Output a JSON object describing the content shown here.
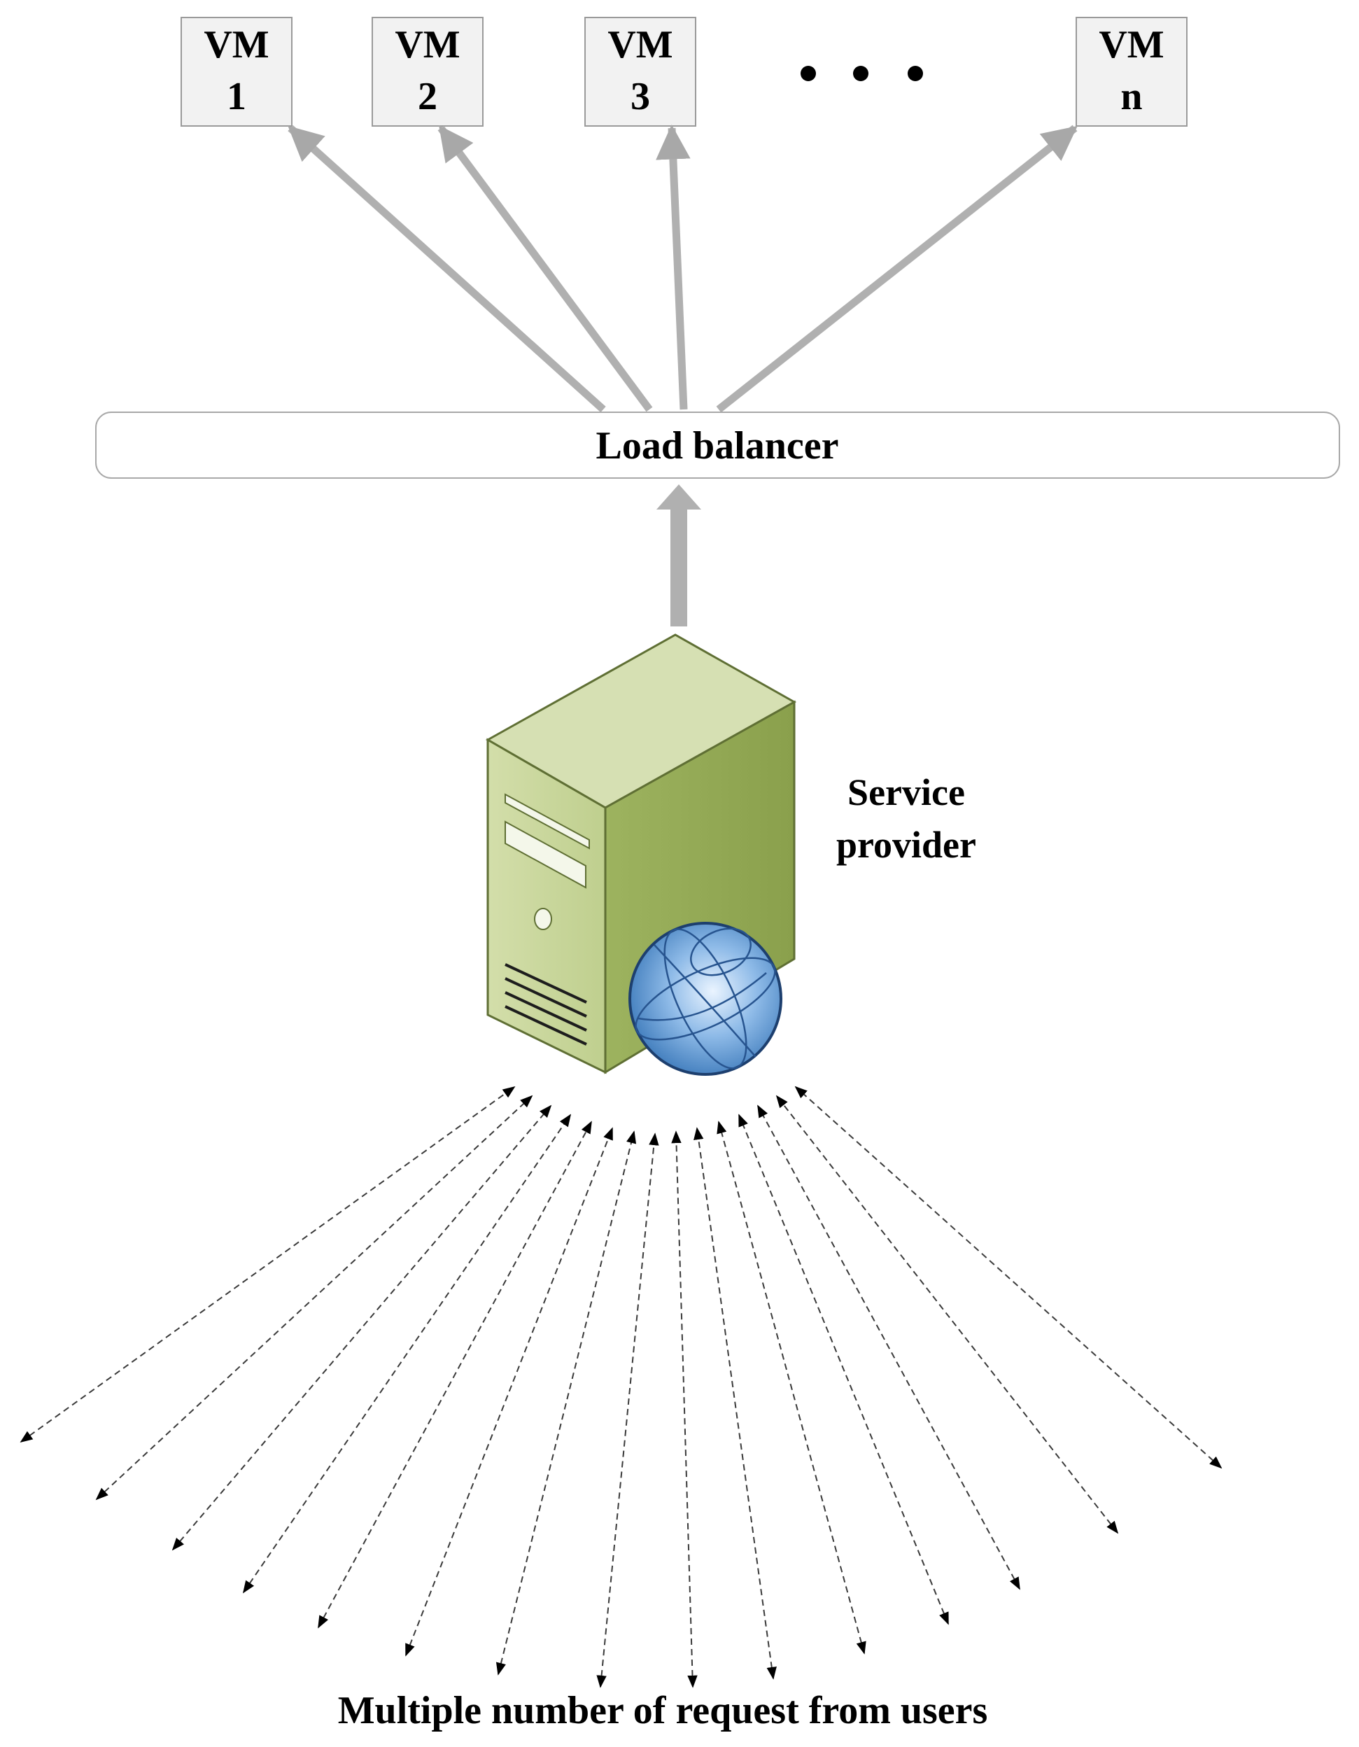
{
  "vms": [
    {
      "line1": "VM",
      "line2": "1"
    },
    {
      "line1": "VM",
      "line2": "2"
    },
    {
      "line1": "VM",
      "line2": "3"
    },
    {
      "line1": "VM",
      "line2": "n"
    }
  ],
  "ellipsis": "• • •",
  "load_balancer_label": "Load balancer",
  "service_provider": {
    "line1": "Service",
    "line2": "provider"
  },
  "bottom_caption": "Multiple number of request from users",
  "colors": {
    "arrow_gray": "#b0b0b0",
    "vm_box_fill": "#f2f2f2",
    "server_front": "#c5d49a",
    "server_top": "#d6e0b3",
    "server_side": "#93a857",
    "globe_blue": "#4c89c8"
  }
}
